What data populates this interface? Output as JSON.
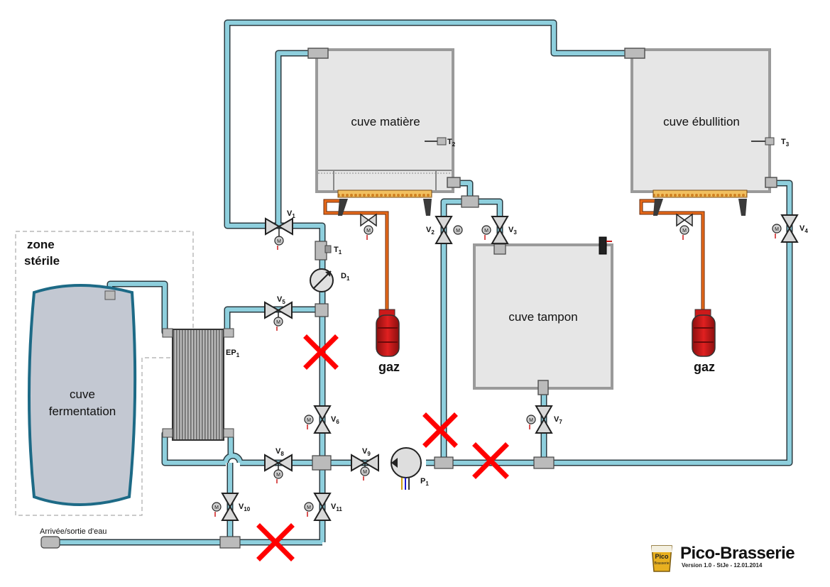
{
  "tanks": {
    "cuve_matiere": "cuve matière",
    "cuve_ebullition": "cuve ébullition",
    "cuve_tampon": "cuve tampon",
    "cuve_fermentation_line1": "cuve",
    "cuve_fermentation_line2": "fermentation"
  },
  "zone": {
    "line1": "zone",
    "line2": "stérile"
  },
  "gas": [
    "gaz",
    "gaz"
  ],
  "water": "Arrivée/sortie d'eau",
  "components": {
    "V1": [
      "V",
      "1"
    ],
    "V2": [
      "V",
      "2"
    ],
    "V3": [
      "V",
      "3"
    ],
    "V4": [
      "V",
      "4"
    ],
    "V5": [
      "V",
      "5"
    ],
    "V6": [
      "V",
      "6"
    ],
    "V7": [
      "V",
      "7"
    ],
    "V8": [
      "V",
      "8"
    ],
    "V9": [
      "V",
      "9"
    ],
    "V10": [
      "V",
      "10"
    ],
    "V11": [
      "V",
      "11"
    ],
    "T1": [
      "T",
      "1"
    ],
    "T2": [
      "T",
      "2"
    ],
    "T3": [
      "T",
      "3"
    ],
    "D1": [
      "D",
      "1"
    ],
    "P1": [
      "P",
      "1"
    ],
    "EP1": [
      "EP",
      "1"
    ],
    "motor": "M"
  },
  "brand": {
    "title": "Pico-Brasserie",
    "subtitle": "Version 1.0 - StJe - 12.01.2014",
    "logo_text": "Pico",
    "logo_subtext": "Brasserie"
  },
  "colors": {
    "pipe": "#8ecfdd",
    "pipe_border": "#2a3a40",
    "tank_fill": "#e6e6e6",
    "tank_wall": "#a0a0a0",
    "fermenter_fill": "#c3c8d2",
    "fermenter_wall": "#1d6a86",
    "gas_bottle": "#cc1a1a",
    "gas_pipe": "#e86a1a",
    "cross": "#ff0000",
    "burner": "#e8a030"
  }
}
